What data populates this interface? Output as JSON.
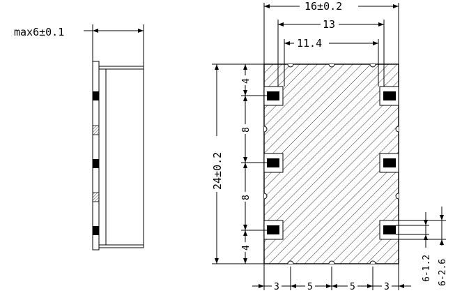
{
  "side_view": {
    "height_dimension": "max6±0.1"
  },
  "top_view": {
    "width_overall": "16±0.2",
    "width_pad_outer": "13",
    "width_pad_inner": "11.4",
    "height_overall": "24±0.2",
    "pitch_top": "4",
    "pitch_upper": "8",
    "pitch_lower": "8",
    "pitch_bottom": "4",
    "bottom_seg_1": "3",
    "bottom_seg_2": "5",
    "bottom_seg_3": "5",
    "bottom_seg_4": "3",
    "pad_width_dim": "6-1.2",
    "pad_length_dim": "6-2.6"
  },
  "colors": {
    "line": "#000000",
    "hatch": "#000000",
    "background": "#ffffff"
  }
}
